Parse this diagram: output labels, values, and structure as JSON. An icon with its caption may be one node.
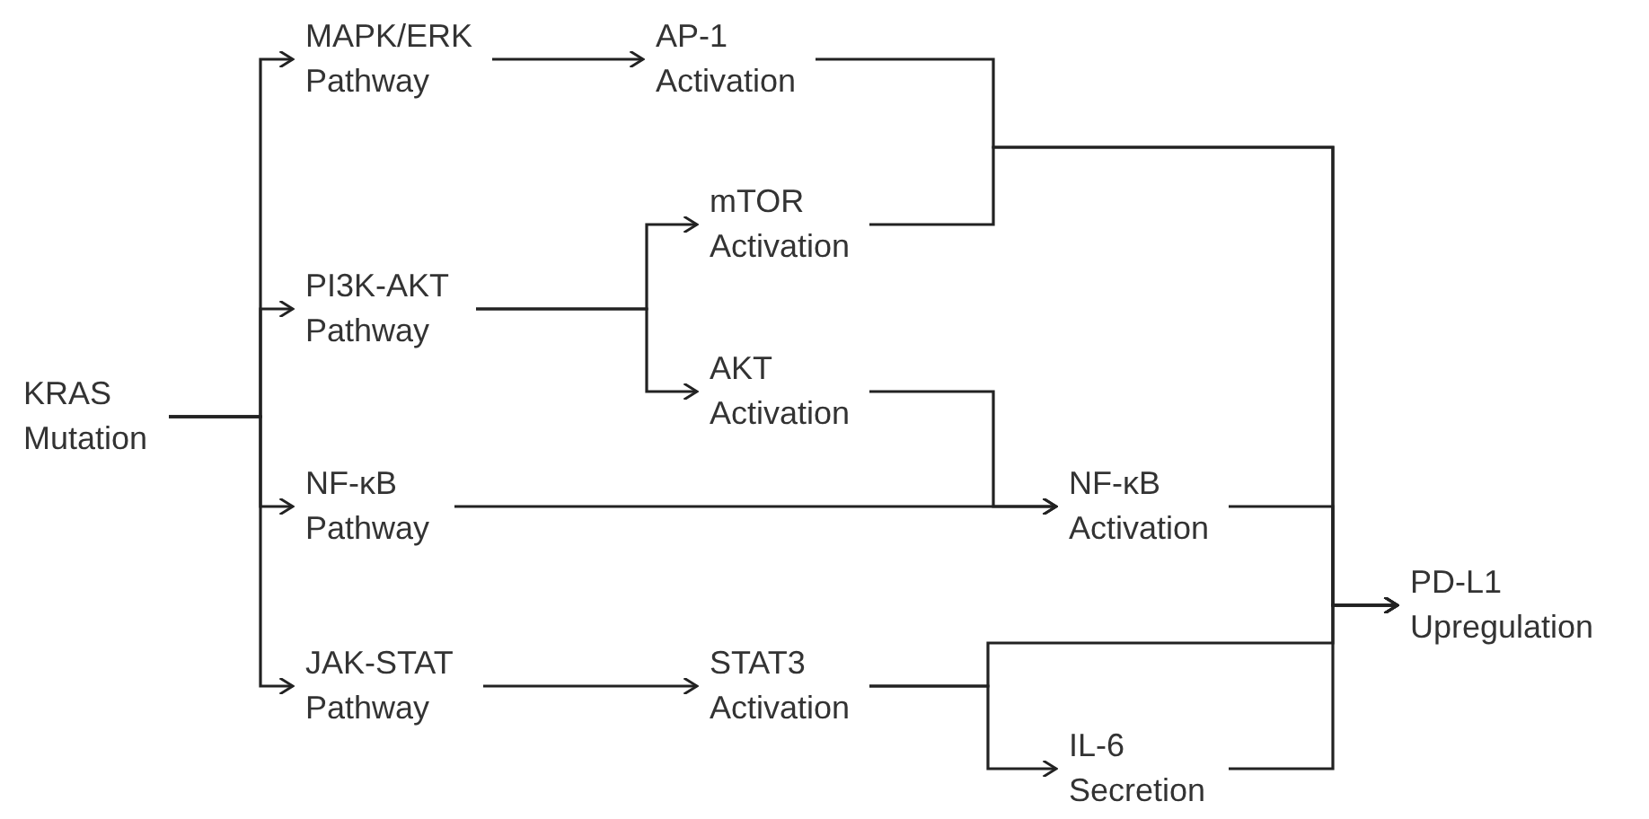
{
  "diagram": {
    "nodes": [
      {
        "text": [
          "KRAS Mutation"
        ]
      },
      {
        "text": [
          "MAPK/ERK Pathway"
        ]
      },
      {
        "text": [
          "PI3K-AKT Pathway"
        ]
      },
      {
        "text": [
          "NF-κB Pathway"
        ]
      },
      {
        "text": [
          "JAK-STAT Pathway"
        ]
      },
      {
        "text": [
          "AP-1 Activation"
        ]
      },
      {
        "text": [
          "mTOR Activation"
        ]
      },
      {
        "text": [
          "AKT Activation"
        ]
      },
      {
        "text": [
          "STAT3 Activation"
        ]
      },
      {
        "text": [
          "NF-κB Activation"
        ]
      },
      {
        "text": [
          "IL-6 Secretion"
        ]
      },
      {
        "text": [
          "PD-L1 Upregulation"
        ]
      }
    ],
    "edges": [
      {
        "from": 0,
        "to": 1,
        "arrow": "to"
      },
      {
        "from": 0,
        "to": 2,
        "arrow": "to"
      },
      {
        "from": 0,
        "to": 3,
        "arrow": "to"
      },
      {
        "from": 0,
        "to": 4,
        "arrow": "to"
      },
      {
        "from": 1,
        "to": 5,
        "arrow": "to"
      },
      {
        "from": 2,
        "to": 6,
        "arrow": "to"
      },
      {
        "from": 2,
        "to": 7,
        "arrow": "to"
      },
      {
        "from": 4,
        "to": 8,
        "arrow": "to"
      },
      {
        "from": 5,
        "to": 11,
        "arrow": "to"
      },
      {
        "from": 6,
        "to": 11,
        "arrow": "to"
      },
      {
        "from": 7,
        "to": 9,
        "arrow": "to"
      },
      {
        "from": 3,
        "to": 9,
        "arrow": "to"
      },
      {
        "from": 9,
        "to": 11,
        "arrow": "to"
      },
      {
        "from": 8,
        "to": 11,
        "arrow": "to"
      },
      {
        "from": 8,
        "to": 10,
        "arrow": "to"
      },
      {
        "from": 10,
        "to": 11,
        "arrow": "to"
      }
    ]
  }
}
